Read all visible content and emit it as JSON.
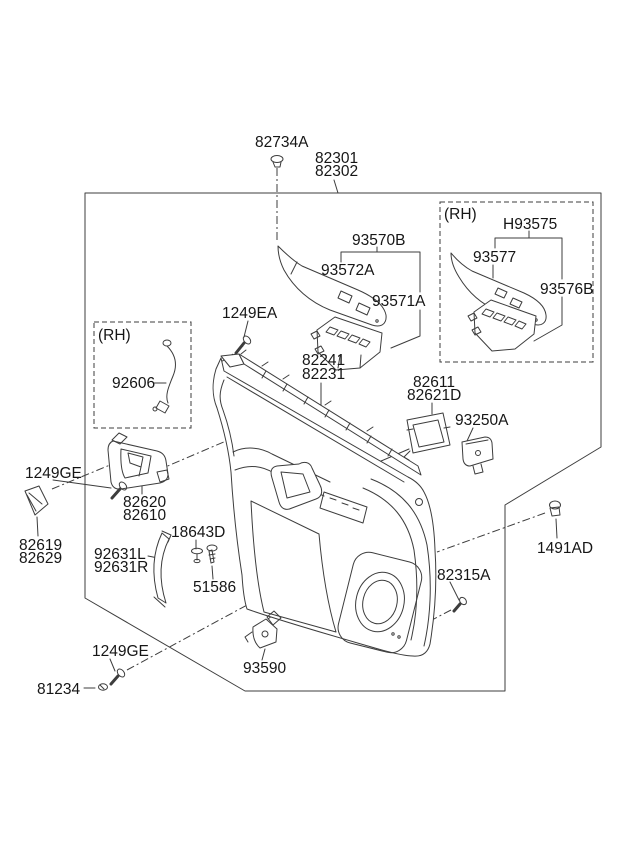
{
  "colors": {
    "background": "#ffffff",
    "line": "#3d3d3d",
    "text": "#161616"
  },
  "labels": {
    "clip_82734A": "82734A",
    "panel_82301": "82301",
    "panel_82302": "82302",
    "switch_assy_93570B": "93570B",
    "bezel_93572A": "93572A",
    "switch_93571A": "93571A",
    "rh_box_right": "(RH)",
    "assy_H93575": "H93575",
    "bezel_93577": "93577",
    "switch_93576B": "93576B",
    "screw_1249EA": "1249EA",
    "rh_box_left": "(RH)",
    "wiring_92606": "92606",
    "strip_82241": "82241",
    "strip_82231": "82231",
    "bracket_82611": "82611",
    "bracket_82621D": "82621D",
    "switch_93250A": "93250A",
    "screw_1249GE_upper": "1249GE",
    "cap_82619": "82619",
    "cap_82629": "82629",
    "handle_82620": "82620",
    "handle_82610": "82610",
    "clip_18643D": "18643D",
    "bracket_92631L": "92631L",
    "bracket_92631R": "92631R",
    "screw_51586": "51586",
    "screw_82315A": "82315A",
    "grommet_1491AD": "1491AD",
    "screw_1249GE_lower": "1249GE",
    "clip_81234": "81234",
    "switch_93590": "93590"
  }
}
